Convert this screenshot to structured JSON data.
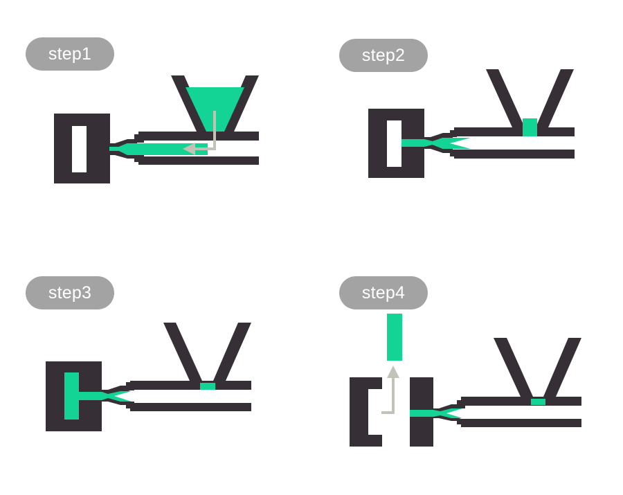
{
  "colors": {
    "machine": "#372f36",
    "plastic": "#13d494",
    "arrow": "#c2c2b8",
    "label_bg": "#a3a3a3",
    "label_text": "#ffffff",
    "background": "#ffffff"
  },
  "steps": [
    {
      "label": "step1"
    },
    {
      "label": "step2"
    },
    {
      "label": "step3"
    },
    {
      "label": "step4"
    }
  ]
}
